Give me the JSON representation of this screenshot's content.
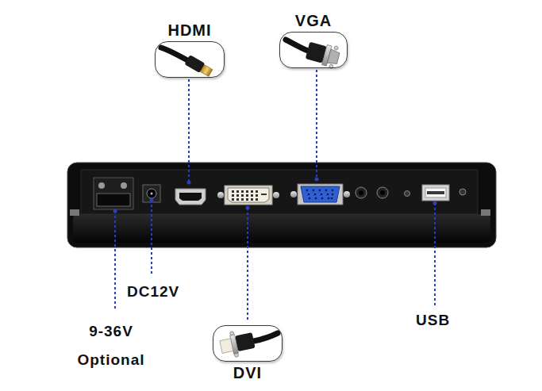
{
  "diagram": {
    "nodes": [
      {
        "text": [
          "HDMI"
        ]
      },
      {
        "text": [
          "VGA"
        ]
      },
      {
        "text": [
          "DVI"
        ]
      }
    ],
    "labels": [
      "DC12V",
      "9-36V Optional",
      "USB"
    ]
  }
}
